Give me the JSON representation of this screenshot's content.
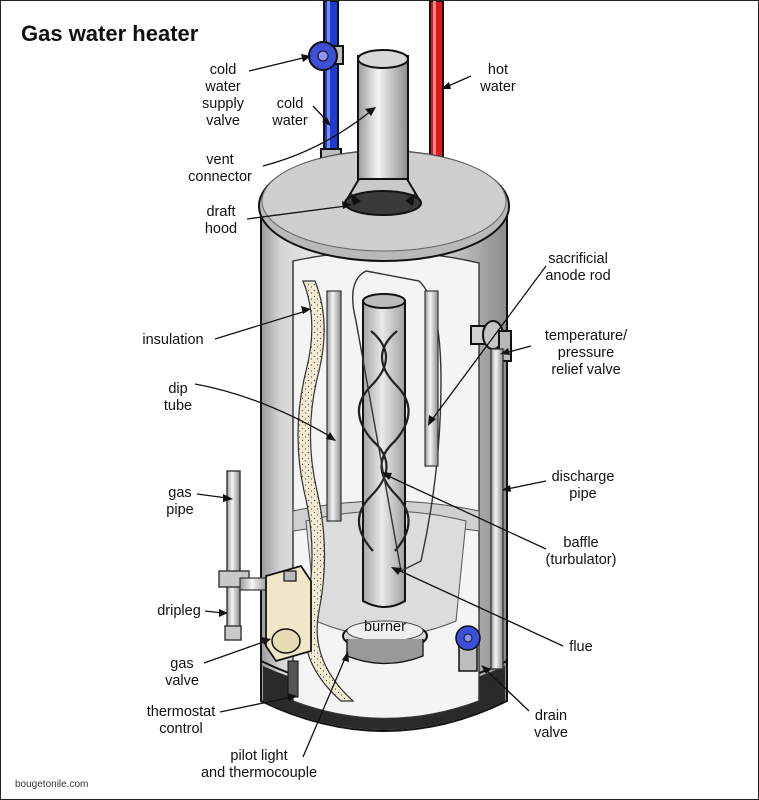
{
  "title": "Gas water heater",
  "watermark": "bougetonile.com",
  "labels": {
    "cold_supply_valve": [
      "cold",
      "water",
      "supply",
      "valve"
    ],
    "cold_water": [
      "cold",
      "water"
    ],
    "hot_water": [
      "hot",
      "water"
    ],
    "vent_connector": [
      "vent",
      "connector"
    ],
    "draft_hood": [
      "draft",
      "hood"
    ],
    "anode": [
      "sacrificial",
      "anode rod"
    ],
    "insulation": [
      "insulation"
    ],
    "tp_valve": [
      "temperature/",
      "pressure",
      "relief valve"
    ],
    "dip_tube": [
      "dip",
      "tube"
    ],
    "discharge_pipe": [
      "discharge",
      "pipe"
    ],
    "gas_pipe": [
      "gas",
      "pipe"
    ],
    "baffle": [
      "baffle",
      "(turbulator)"
    ],
    "dripleg": [
      "dripleg"
    ],
    "flue": [
      "flue"
    ],
    "burner": [
      "burner"
    ],
    "gas_valve": [
      "gas",
      "valve"
    ],
    "drain_valve": [
      "drain",
      "valve"
    ],
    "thermostat": [
      "thermostat",
      "control"
    ],
    "pilot": [
      "pilot light",
      "and thermocouple"
    ]
  },
  "colors": {
    "cold_pipe": "#1f3bd6",
    "hot_pipe": "#e0161a",
    "valve_handle": "#3b4fd8",
    "tank_light": "#e2e2e2",
    "tank_mid": "#c6c6c6",
    "tank_dark": "#8d8d8d",
    "gas_valve_body": "#f1e7c8"
  },
  "icons": {
    "cold_valve": "valve-handle-icon",
    "drain_valve": "valve-handle-icon"
  }
}
